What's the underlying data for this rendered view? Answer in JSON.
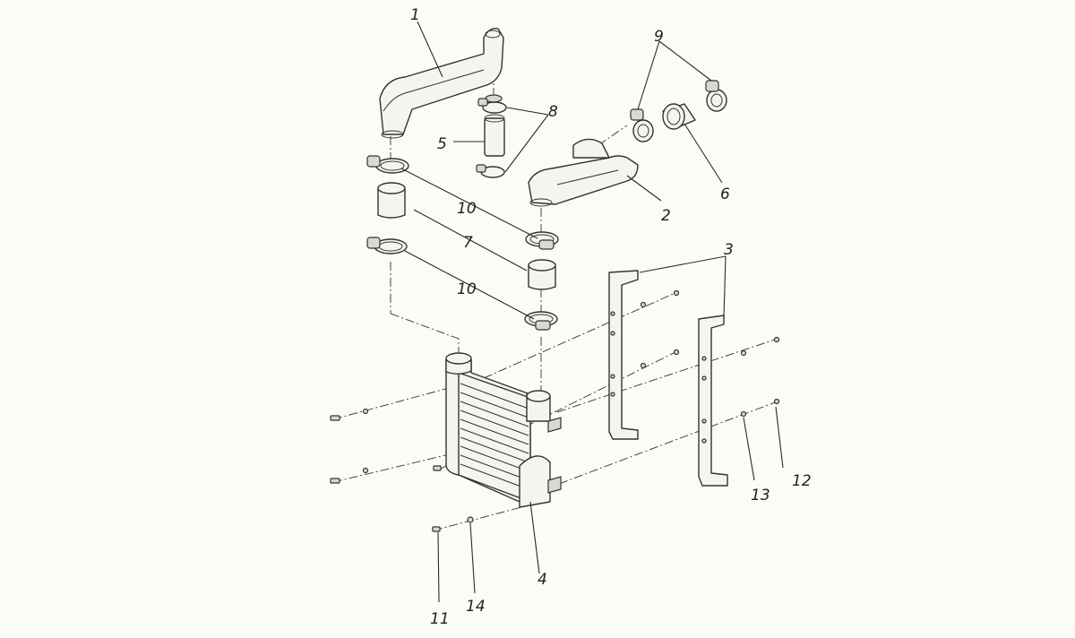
{
  "callouts": {
    "c1": "1",
    "c2": "2",
    "c3": "3",
    "c4": "4",
    "c5": "5",
    "c6": "6",
    "c7": "7",
    "c8": "8",
    "c9": "9",
    "c10a": "10",
    "c10b": "10",
    "c11": "11",
    "c12": "12",
    "c13": "13",
    "c14": "14"
  },
  "colors": {
    "line": "#333333",
    "paper": "#fbfbf8"
  }
}
